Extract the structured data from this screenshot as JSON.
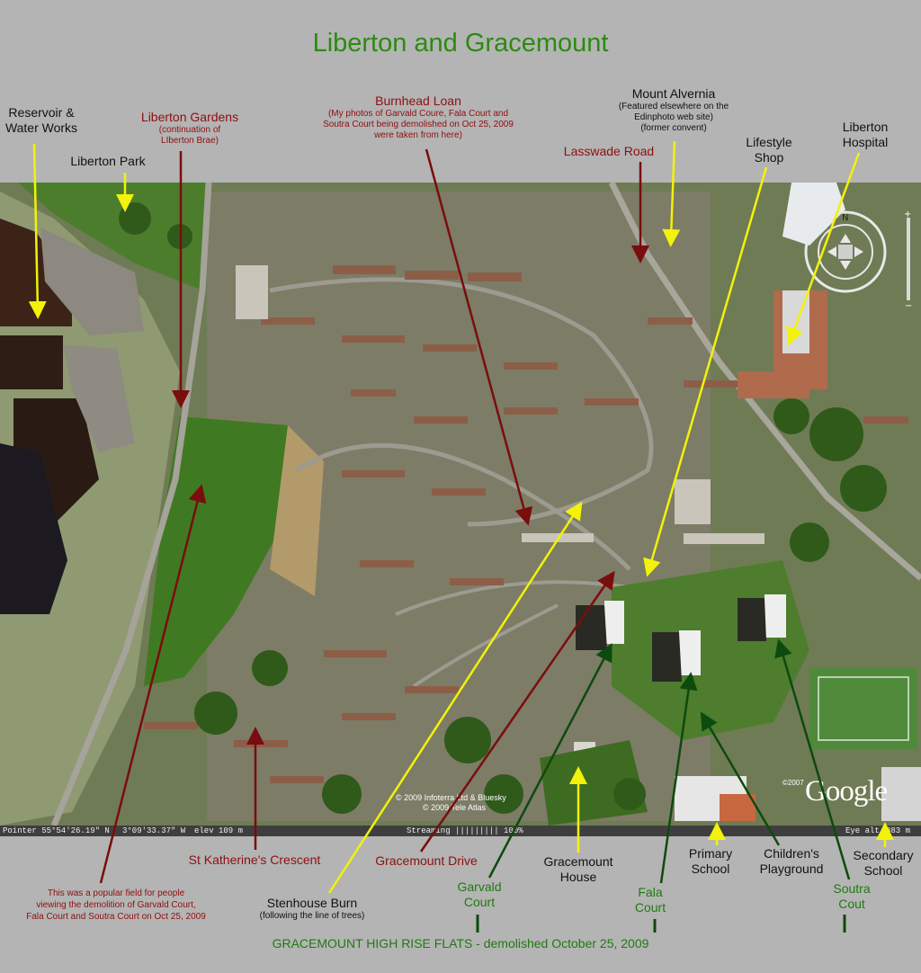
{
  "title": "Liberton and Gracemount",
  "labels": {
    "reservoir": [
      "Reservoir &",
      "Water Works"
    ],
    "liberton_park": "Liberton Park",
    "liberton_gardens": "Liberton Gardens",
    "liberton_gardens_note": [
      "(continuation of",
      "LIberton Brae)"
    ],
    "burnhead_loan": "Burnhead Loan",
    "burnhead_loan_note": [
      "(My photos of Garvald Coure, Fala Court and",
      "Soutra Court being demolished on Oct 25, 2009",
      "were taken from here)"
    ],
    "mount_alvernia": "Mount Alvernia",
    "mount_alvernia_note": [
      "(Featured elsewhere on the",
      "Edinphoto web site)",
      "(former convent)"
    ],
    "lasswade_road": "Lasswade Road",
    "lifestyle_shop": [
      "Lifestyle",
      "Shop"
    ],
    "liberton_hospital": [
      "Liberton",
      "Hospital"
    ],
    "st_katherines": "St Katherine's Crescent",
    "gracemount_drive": "Gracemount Drive",
    "gracemount_house": [
      "Gracemount",
      "House"
    ],
    "primary_school": [
      "Primary",
      "School"
    ],
    "childrens_playground": [
      "Children's",
      "Playground"
    ],
    "secondary_school": [
      "Secondary",
      "School"
    ],
    "garvald_court": [
      "Garvald",
      "Court"
    ],
    "fala_court": [
      "Fala",
      "Court"
    ],
    "soutra_cout": [
      "Soutra",
      "Cout"
    ],
    "stenhouse_burn": "Stenhouse Burn",
    "stenhouse_burn_note": "(following the line of trees)",
    "field_note": [
      "This was a popular field for people",
      "viewing the demolition of Garvald Court,",
      "Fala Court and Soutra Court on Oct 25, 2009"
    ],
    "footer": "GRACEMOUNT HIGH RISE FLATS - demolished October 25, 2009"
  },
  "map": {
    "copyright": [
      "© 2009 Infoterra Ltd & Bluesky",
      "© 2009 Tele Atlas"
    ],
    "google_year": "©2007",
    "google_logo": "Google",
    "status": {
      "pointer": "Pointer  55°54'26.19\" N",
      "lon": "3°09'33.37\" W",
      "elev": "elev  109 m",
      "streaming": "Streaming ||||||||| 100%",
      "eye_alt": "Eye alt",
      "eye_alt_value": "883 m"
    },
    "nav_icons": [
      "compass-icon",
      "look-around-icon",
      "zoom-plus-icon",
      "zoom-minus-icon"
    ]
  },
  "colors": {
    "title_green": "#2c8a12",
    "dark_red": "#8e0f0f",
    "yellow_arrow": "#f2f20a",
    "green_arrow": "#0d4a0d"
  }
}
